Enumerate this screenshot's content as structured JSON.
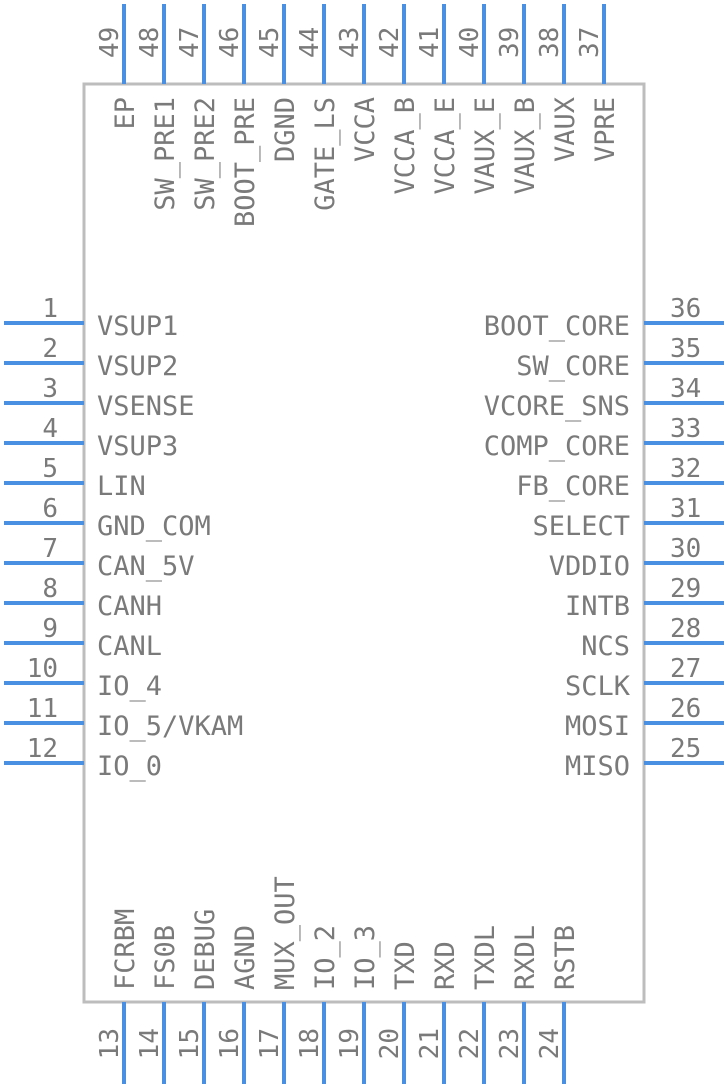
{
  "colors": {
    "pin": "#4a90e2",
    "body_stroke": "#bdbdbd",
    "text": "#7a7a7a",
    "background": "#ffffff"
  },
  "pins": {
    "left": [
      {
        "num": "1",
        "name": "VSUP1"
      },
      {
        "num": "2",
        "name": "VSUP2"
      },
      {
        "num": "3",
        "name": "VSENSE"
      },
      {
        "num": "4",
        "name": "VSUP3"
      },
      {
        "num": "5",
        "name": "LIN"
      },
      {
        "num": "6",
        "name": "GND_COM"
      },
      {
        "num": "7",
        "name": "CAN_5V"
      },
      {
        "num": "8",
        "name": "CANH"
      },
      {
        "num": "9",
        "name": "CANL"
      },
      {
        "num": "10",
        "name": "IO_4"
      },
      {
        "num": "11",
        "name": "IO_5/VKAM"
      },
      {
        "num": "12",
        "name": "IO_0"
      }
    ],
    "bottom": [
      {
        "num": "13",
        "name": "FCRBM"
      },
      {
        "num": "14",
        "name": "FS0B"
      },
      {
        "num": "15",
        "name": "DEBUG"
      },
      {
        "num": "16",
        "name": "AGND"
      },
      {
        "num": "17",
        "name": "MUX_OUT"
      },
      {
        "num": "18",
        "name": "IO_2"
      },
      {
        "num": "19",
        "name": "IO_3"
      },
      {
        "num": "20",
        "name": "TXD"
      },
      {
        "num": "21",
        "name": "RXD"
      },
      {
        "num": "22",
        "name": "TXDL"
      },
      {
        "num": "23",
        "name": "RXDL"
      },
      {
        "num": "24",
        "name": "RSTB"
      }
    ],
    "right": [
      {
        "num": "25",
        "name": "MISO"
      },
      {
        "num": "26",
        "name": "MOSI"
      },
      {
        "num": "27",
        "name": "SCLK"
      },
      {
        "num": "28",
        "name": "NCS"
      },
      {
        "num": "29",
        "name": "INTB"
      },
      {
        "num": "30",
        "name": "VDDIO"
      },
      {
        "num": "31",
        "name": "SELECT"
      },
      {
        "num": "32",
        "name": "FB_CORE"
      },
      {
        "num": "33",
        "name": "COMP_CORE"
      },
      {
        "num": "34",
        "name": "VCORE_SNS"
      },
      {
        "num": "35",
        "name": "SW_CORE"
      },
      {
        "num": "36",
        "name": "BOOT_CORE"
      }
    ],
    "top": [
      {
        "num": "37",
        "name": "VPRE"
      },
      {
        "num": "38",
        "name": "VAUX"
      },
      {
        "num": "39",
        "name": "VAUX_B"
      },
      {
        "num": "40",
        "name": "VAUX_E"
      },
      {
        "num": "41",
        "name": "VCCA_E"
      },
      {
        "num": "42",
        "name": "VCCA_B"
      },
      {
        "num": "43",
        "name": "VCCA"
      },
      {
        "num": "44",
        "name": "GATE_LS"
      },
      {
        "num": "45",
        "name": "DGND"
      },
      {
        "num": "46",
        "name": "BOOT_PRE"
      },
      {
        "num": "47",
        "name": "SW_PRE2"
      },
      {
        "num": "48",
        "name": "SW_PRE1"
      },
      {
        "num": "49",
        "name": "EP"
      }
    ]
  }
}
